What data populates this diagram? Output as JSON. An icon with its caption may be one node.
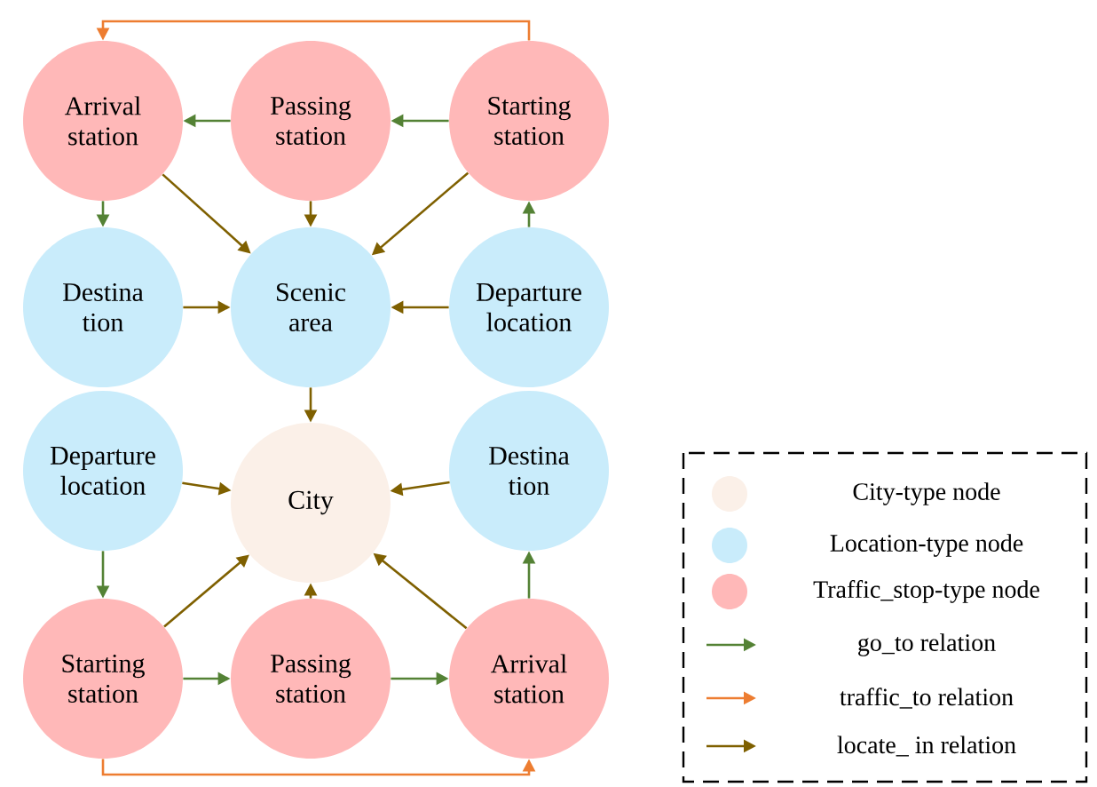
{
  "diagram": {
    "nodes": [
      {
        "text": [
          "Arrival station"
        ]
      },
      {
        "text": [
          "Passing station"
        ]
      },
      {
        "text": [
          "Starting station"
        ]
      },
      {
        "text": [
          "Destina tion"
        ]
      },
      {
        "text": [
          "Scenic area"
        ]
      },
      {
        "text": [
          "Departure location"
        ]
      },
      {
        "text": [
          "Departure location"
        ]
      },
      {
        "text": [
          "City"
        ]
      },
      {
        "text": [
          "Destina tion"
        ]
      },
      {
        "text": [
          "Starting station"
        ]
      },
      {
        "text": [
          "Passing station"
        ]
      },
      {
        "text": [
          "Arrival station"
        ]
      }
    ],
    "edges": [
      {
        "from": 2,
        "to": 1,
        "arrow": "to",
        "color": "#548235"
      },
      {
        "from": 1,
        "to": 0,
        "arrow": "to",
        "color": "#548235"
      },
      {
        "from": 2,
        "to": 0,
        "arrow": "to",
        "color": "#ed7d31"
      },
      {
        "from": 0,
        "to": 3,
        "arrow": "to",
        "color": "#548235"
      },
      {
        "from": 0,
        "to": 4,
        "arrow": "to"
      },
      {
        "from": 1,
        "to": 4,
        "arrow": "to"
      },
      {
        "from": 2,
        "to": 4,
        "arrow": "to"
      },
      {
        "from": 5,
        "to": 2,
        "arrow": "to",
        "color": "#548235"
      },
      {
        "from": 3,
        "to": 4,
        "arrow": "to"
      },
      {
        "from": 5,
        "to": 4,
        "arrow": "to"
      },
      {
        "from": 4,
        "to": 7,
        "arrow": "to"
      },
      {
        "from": 6,
        "to": 7,
        "arrow": "to"
      },
      {
        "from": 8,
        "to": 7,
        "arrow": "to"
      },
      {
        "from": 6,
        "to": 9,
        "arrow": "to",
        "color": "#548235"
      },
      {
        "from": 9,
        "to": 7,
        "arrow": "to"
      },
      {
        "from": 10,
        "to": 7,
        "arrow": "to"
      },
      {
        "from": 11,
        "to": 7,
        "arrow": "to"
      },
      {
        "from": 11,
        "to": 8,
        "arrow": "to",
        "color": "#548235"
      },
      {
        "from": 9,
        "to": 10,
        "arrow": "to",
        "color": "#548235"
      },
      {
        "from": 10,
        "to": 11,
        "arrow": "to",
        "color": "#548235"
      },
      {
        "from": 9,
        "to": 11,
        "arrow": "to",
        "color": "#ed7d31"
      }
    ],
    "legend": [
      {
        "text": "City-type node",
        "color": "#fbf0e8"
      },
      {
        "text": "Location-type node",
        "color": "#c9ecfb"
      },
      {
        "text": "Traffic_stop-type node",
        "color": "#ffb8b8"
      },
      {
        "text": "go_to relation"
      },
      {
        "text": "traffic_to relation"
      },
      {
        "text": "locate_ in relation"
      }
    ]
  }
}
